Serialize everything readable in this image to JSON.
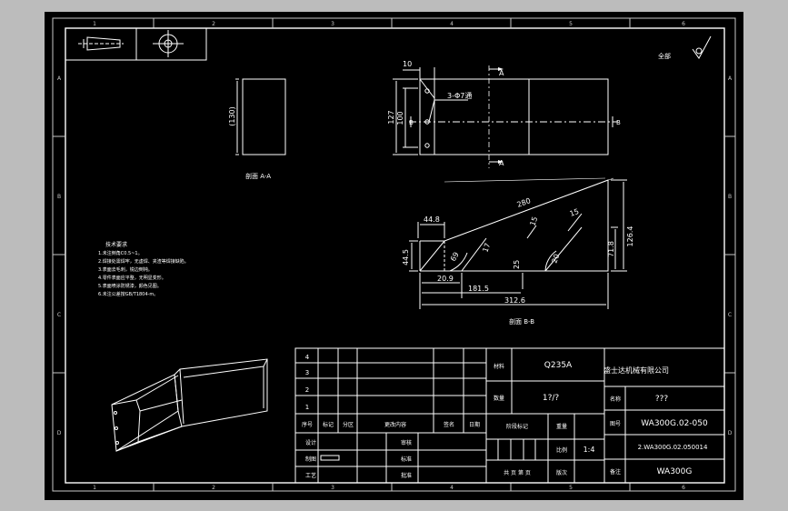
{
  "colors": {
    "background": "#bcbcbc",
    "canvas": "#000000",
    "lines": "#ffffff",
    "frame": "#c8c8c8"
  },
  "zones": {
    "top": [
      "1",
      "2",
      "3",
      "4",
      "5",
      "6"
    ],
    "bottom": [
      "1",
      "2",
      "3",
      "4",
      "5",
      "6"
    ],
    "left": [
      "A",
      "B",
      "C",
      "D"
    ],
    "right": [
      "A",
      "B",
      "C",
      "D"
    ]
  },
  "header": {
    "roughness_label": "全部",
    "taper_icon": "taper-symbol-icon",
    "projection_icon": "first-angle-projection-icon",
    "roughness_icon": "surface-roughness-icon"
  },
  "view_aa": {
    "dim_height": "(130)",
    "caption": "剖面 A-A"
  },
  "view_top": {
    "dim_10": "10",
    "dim_127": "127",
    "dim_100": "100",
    "hole_note": "3-Φ7通",
    "section_a": "A",
    "section_b": "B"
  },
  "view_bb": {
    "dim_280": "280",
    "dim_448": "44.8",
    "dim_445": "44.5",
    "dim_209": "20.9",
    "dim_1815": "181.5",
    "dim_3126": "312.6",
    "dim_1264": "126.4",
    "dim_718": "71.8",
    "dim_15a": "15",
    "dim_15b": "15",
    "dim_17": "17",
    "dim_25": "25",
    "dim_69": "69",
    "dim_20": "20",
    "caption": "剖面 B-B"
  },
  "tech_notes": {
    "title": "技术要求",
    "lines": [
      "1.未注倒角C0.5~1。",
      "2.焊接处需焊牢，无虚焊、夹渣等焊接缺陷。",
      "3.表面去毛刺，锐边倒钝。",
      "4.零件表面应平整，无明显变形。",
      "5.表面喷涂防锈漆，颜色见图。",
      "6.未注公差按GB/T1804-m。"
    ]
  },
  "title_block": {
    "rev_rows": [
      "4",
      "3",
      "2",
      "1"
    ],
    "headers": [
      "序号",
      "标记",
      "分区",
      "更改内容",
      "签名",
      "日期"
    ],
    "sign_labels": [
      "设计",
      "制图",
      "工艺"
    ],
    "sign_labels_2": [
      "审核",
      "标准",
      "批准"
    ],
    "material_label": "材料",
    "material": "Q235A",
    "qty_label": "数量",
    "qty": "1?/?",
    "stage_label": "阶段标记",
    "weight_label": "重量",
    "scale_label": "比例",
    "scale": "1:4",
    "sheet_label": "共 页 第 页",
    "version_label": "版次",
    "company": "盛士达机械有限公司",
    "name_label": "名称",
    "name": "???",
    "drawing_no_label": "图号",
    "drawing_no": "WA300G.02-050",
    "file_no": "2.WA300G.02.050014",
    "model_label": "备注",
    "model": "WA300G"
  }
}
